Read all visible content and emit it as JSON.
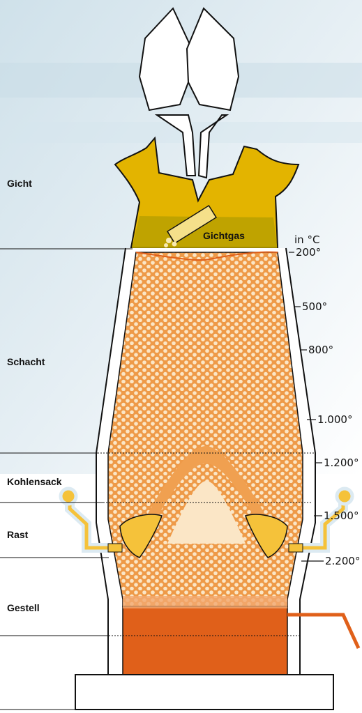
{
  "zones": [
    {
      "id": "gicht",
      "label": "Gicht"
    },
    {
      "id": "schacht",
      "label": "Schacht"
    },
    {
      "id": "kohlensack",
      "label": "Kohlensack"
    },
    {
      "id": "rast",
      "label": "Rast"
    },
    {
      "id": "gestell",
      "label": "Gestell"
    }
  ],
  "gas_label": "Gichtgas",
  "temperature_unit": "in °C",
  "temperatures": [
    "200°",
    "500°",
    "800°",
    "1.000°",
    "1.200°",
    "1.500°",
    "2.200°"
  ],
  "colors": {
    "furnace_gold": "#E3B400",
    "gas_olive": "#B8A000",
    "burden_orange": "#F0A050",
    "pellet_cream": "#FBE6C6",
    "molten_iron": "#E0601A",
    "outline": "#111111",
    "background_sky": "#DCE9F0"
  }
}
